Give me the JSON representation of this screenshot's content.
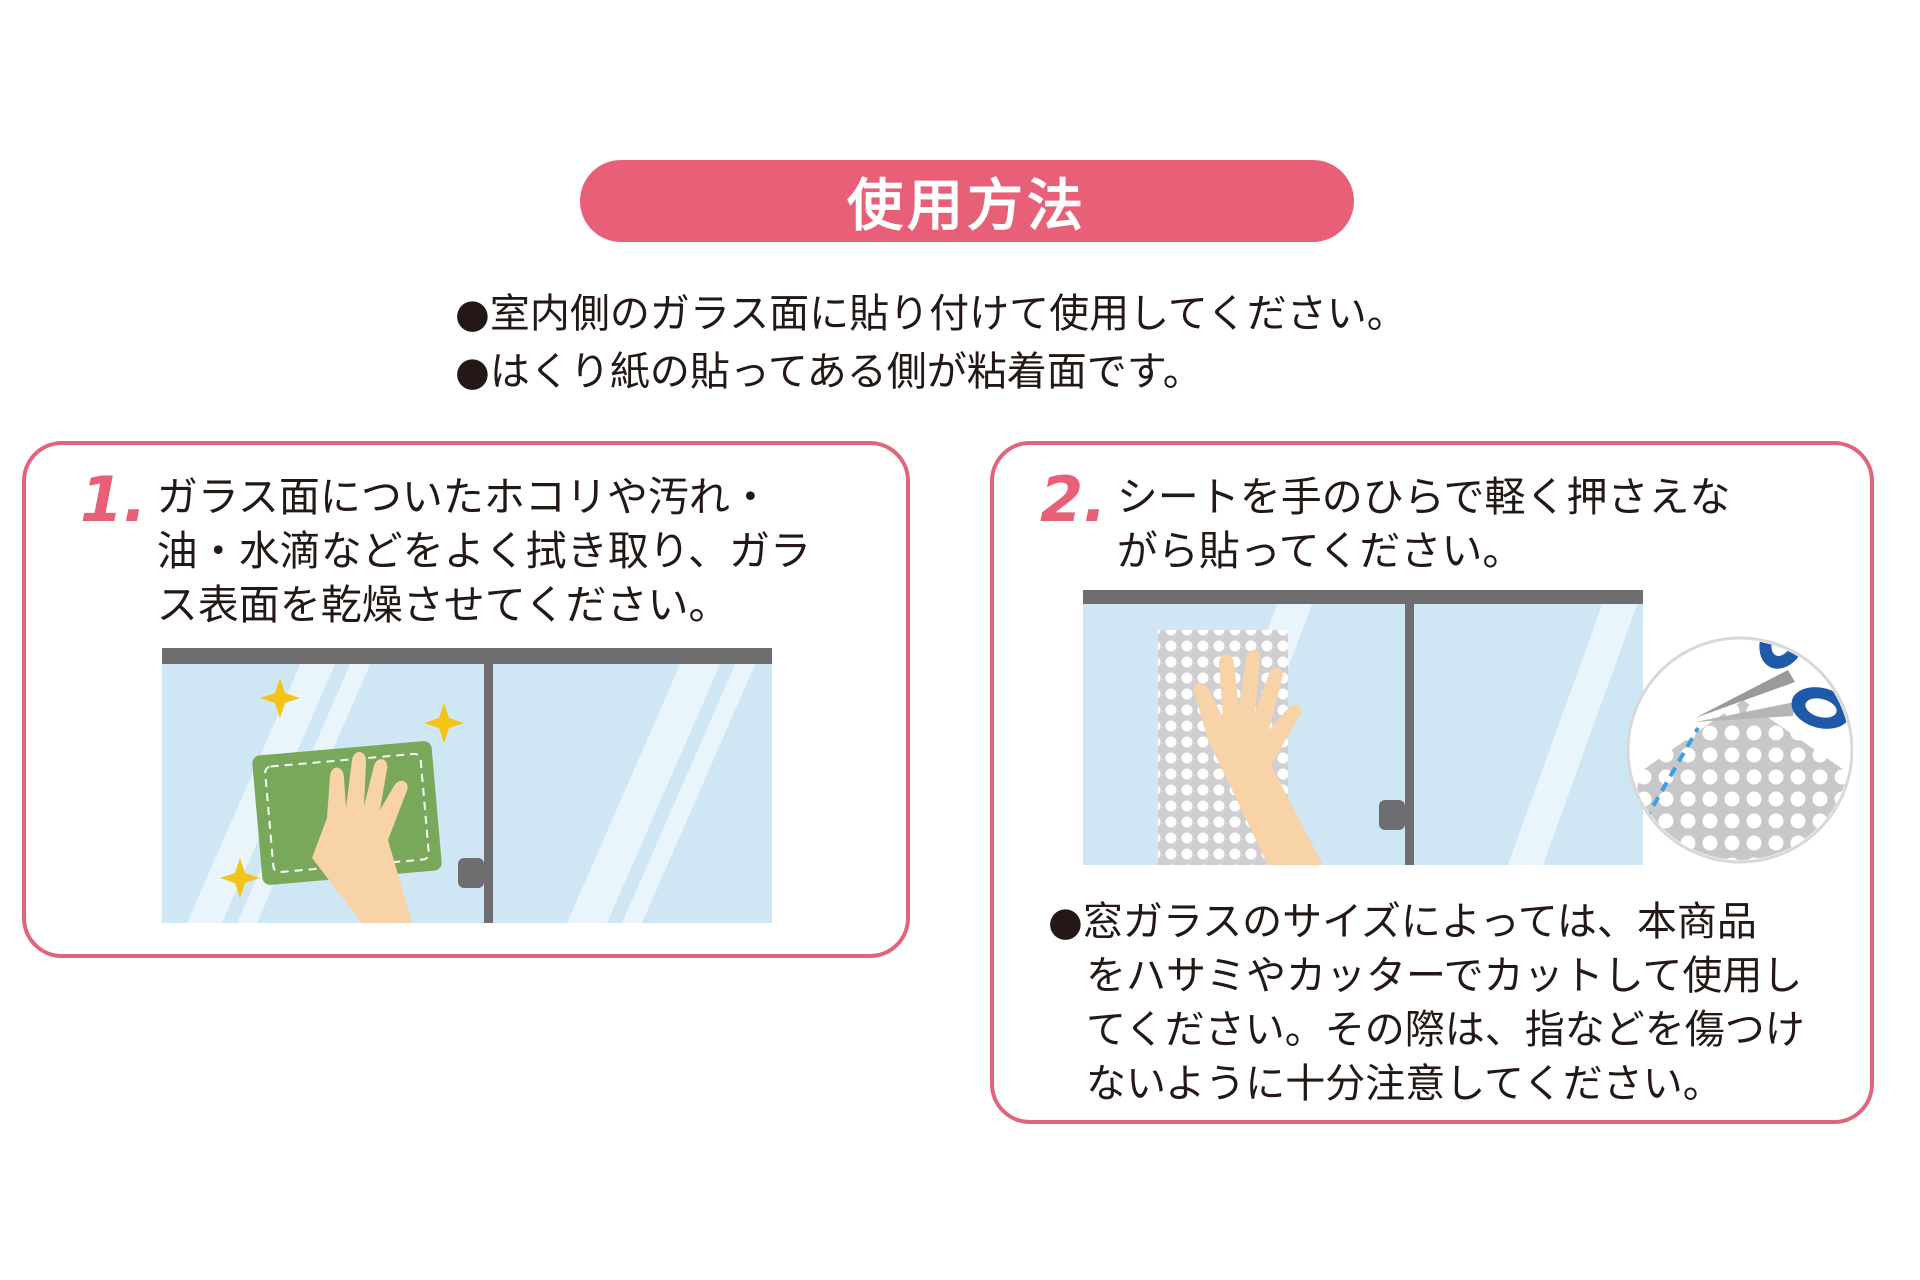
{
  "title": "使用方法",
  "notes": [
    "●室内側のガラス面に貼り付けて使用してください。",
    "●はくり紙の貼ってある側が粘着面です。"
  ],
  "step1": {
    "number": "1.",
    "lines": [
      "ガラス面についたホコリや汚れ・",
      "油・水滴などをよく拭き取り、ガラ",
      "ス表面を乾燥させてください。"
    ]
  },
  "step2": {
    "number": "2.",
    "lines": [
      "シートを手のひらで軽く押さえな",
      "がら貼ってください。"
    ],
    "note_lines": [
      "●窓ガラスのサイズによっては、本商品",
      "をハサミやカッターでカットして使用し",
      "てください。その際は、指などを傷つけ",
      "ないように十分注意してください。"
    ]
  },
  "colors": {
    "accent": "#e86078",
    "border": "#e0647a",
    "glass": "#cfe6f5",
    "frame": "#6e6e70",
    "cloth": "#7aa85a",
    "skin": "#f9d3a8",
    "scissors": "#1f5aa8"
  },
  "icons": [
    "sparkle-icon",
    "scissors-icon",
    "hand-icon",
    "cloth-icon"
  ]
}
